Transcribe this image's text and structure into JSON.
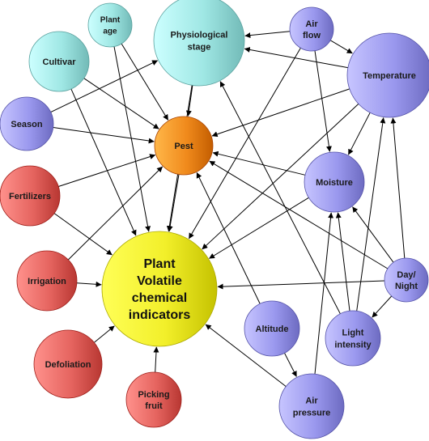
{
  "diagram": {
    "colors": {
      "cyan": "#9fe7e4",
      "blue": "#9a98ee",
      "red": "#e5645f",
      "orange": "#f08a1c",
      "yellow": "#f2ef2a",
      "edge": "#000000",
      "background": "#ffffff"
    },
    "nodes": [
      {
        "id": "plant-age",
        "label": [
          "Plant",
          "age"
        ],
        "color": "cyan"
      },
      {
        "id": "cultivar",
        "label": [
          "Cultivar"
        ],
        "color": "cyan"
      },
      {
        "id": "physiological-stage",
        "label": [
          "Physiological",
          "stage"
        ],
        "color": "cyan"
      },
      {
        "id": "air-flow",
        "label": [
          "Air",
          "flow"
        ],
        "color": "blue"
      },
      {
        "id": "temperature",
        "label": [
          "Temperature"
        ],
        "color": "blue"
      },
      {
        "id": "season",
        "label": [
          "Season"
        ],
        "color": "blue"
      },
      {
        "id": "pest",
        "label": [
          "Pest"
        ],
        "color": "orange"
      },
      {
        "id": "fertilizers",
        "label": [
          "Fertilizers"
        ],
        "color": "red"
      },
      {
        "id": "moisture",
        "label": [
          "Moisture"
        ],
        "color": "blue"
      },
      {
        "id": "irrigation",
        "label": [
          "Irrigation"
        ],
        "color": "red"
      },
      {
        "id": "plant-volatile",
        "label": [
          "Plant",
          "Volatile",
          "chemical",
          "indicators"
        ],
        "color": "yellow"
      },
      {
        "id": "day-night",
        "label": [
          "Day/",
          "Night"
        ],
        "color": "blue"
      },
      {
        "id": "altitude",
        "label": [
          "Altitude"
        ],
        "color": "blue"
      },
      {
        "id": "light-intensity",
        "label": [
          "Light",
          "intensity"
        ],
        "color": "blue"
      },
      {
        "id": "defoliation",
        "label": [
          "Defoliation"
        ],
        "color": "red"
      },
      {
        "id": "picking-fruit",
        "label": [
          "Picking",
          "fruit"
        ],
        "color": "red"
      },
      {
        "id": "air-pressure",
        "label": [
          "Air",
          "pressure"
        ],
        "color": "blue"
      }
    ],
    "edges": [
      [
        "plant-age",
        "pest"
      ],
      [
        "plant-age",
        "plant-volatile"
      ],
      [
        "cultivar",
        "pest"
      ],
      [
        "cultivar",
        "plant-volatile"
      ],
      [
        "season",
        "physiological-stage"
      ],
      [
        "season",
        "pest"
      ],
      [
        "physiological-stage",
        "pest"
      ],
      [
        "physiological-stage",
        "plant-volatile"
      ],
      [
        "air-flow",
        "temperature"
      ],
      [
        "air-flow",
        "physiological-stage"
      ],
      [
        "air-flow",
        "moisture"
      ],
      [
        "air-flow",
        "plant-volatile"
      ],
      [
        "temperature",
        "physiological-stage"
      ],
      [
        "temperature",
        "pest"
      ],
      [
        "temperature",
        "moisture"
      ],
      [
        "temperature",
        "plant-volatile"
      ],
      [
        "fertilizers",
        "pest"
      ],
      [
        "fertilizers",
        "plant-volatile"
      ],
      [
        "irrigation",
        "pest"
      ],
      [
        "irrigation",
        "plant-volatile"
      ],
      [
        "moisture",
        "pest"
      ],
      [
        "moisture",
        "plant-volatile"
      ],
      [
        "pest",
        "plant-volatile"
      ],
      [
        "defoliation",
        "plant-volatile"
      ],
      [
        "picking-fruit",
        "plant-volatile"
      ],
      [
        "day-night",
        "plant-volatile"
      ],
      [
        "day-night",
        "pest"
      ],
      [
        "day-night",
        "moisture"
      ],
      [
        "day-night",
        "temperature"
      ],
      [
        "day-night",
        "light-intensity"
      ],
      [
        "altitude",
        "pest"
      ],
      [
        "altitude",
        "air-pressure"
      ],
      [
        "light-intensity",
        "physiological-stage"
      ],
      [
        "light-intensity",
        "moisture"
      ],
      [
        "light-intensity",
        "temperature"
      ],
      [
        "air-pressure",
        "plant-volatile"
      ],
      [
        "air-pressure",
        "moisture"
      ]
    ]
  }
}
